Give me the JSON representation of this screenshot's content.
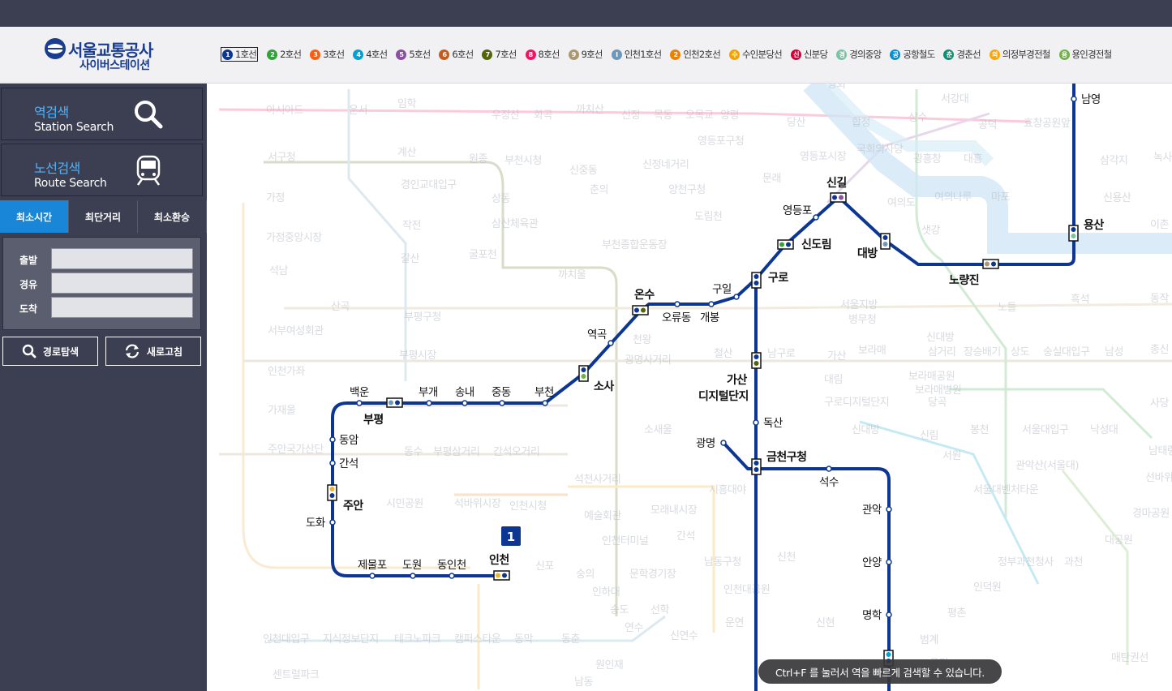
{
  "header": {
    "logo_title": "서울교통공사",
    "logo_subtitle": "사이버스테이션"
  },
  "lines": [
    {
      "badge": "1",
      "label": "1호선",
      "color": "#0d3692",
      "selected": true
    },
    {
      "badge": "2",
      "label": "2호선",
      "color": "#33a23d"
    },
    {
      "badge": "3",
      "label": "3호선",
      "color": "#fe5d10"
    },
    {
      "badge": "4",
      "label": "4호선",
      "color": "#00a2d1"
    },
    {
      "badge": "5",
      "label": "5호선",
      "color": "#8b50a4"
    },
    {
      "badge": "6",
      "label": "6호선",
      "color": "#c55c1d"
    },
    {
      "badge": "7",
      "label": "7호선",
      "color": "#54640d"
    },
    {
      "badge": "8",
      "label": "8호선",
      "color": "#f51361"
    },
    {
      "badge": "9",
      "label": "9호선",
      "color": "#aa9872"
    },
    {
      "badge": "I",
      "label": "인천1호선",
      "color": "#6e98bb"
    },
    {
      "badge": "2",
      "label": "인천2호선",
      "color": "#ed8000"
    },
    {
      "badge": "수",
      "label": "수인분당선",
      "color": "#f5a200"
    },
    {
      "badge": "신",
      "label": "신분당",
      "color": "#d4003b"
    },
    {
      "badge": "경",
      "label": "경의중앙",
      "color": "#77c4a3"
    },
    {
      "badge": "공",
      "label": "공항철도",
      "color": "#0090d2"
    },
    {
      "badge": "춘",
      "label": "경춘선",
      "color": "#0c8e72"
    },
    {
      "badge": "의",
      "label": "의정부경전철",
      "color": "#fda600"
    },
    {
      "badge": "용",
      "label": "용인경전철",
      "color": "#6fb245"
    }
  ],
  "sidebar": {
    "station_search": {
      "ko": "역검색",
      "en": "Station Search"
    },
    "route_search": {
      "ko": "노선검색",
      "en": "Route Search"
    },
    "tabs": [
      "최소시간",
      "최단거리",
      "최소환승"
    ],
    "form": {
      "departure": "출발",
      "via": "경유",
      "arrival": "도착"
    },
    "route_button": "경로탐색",
    "refresh_button": "새로고침"
  },
  "map": {
    "line_badge": "1",
    "stations": {
      "incheon": "인천",
      "dongincheon": "동인천",
      "dowon": "도원",
      "jemulpo": "제물포",
      "dohwa": "도화",
      "juan": "주안",
      "ganseok": "간석",
      "dongam": "동암",
      "baegun": "백운",
      "bupyeong": "부평",
      "bugae": "부개",
      "songnae": "송내",
      "jungdong": "중동",
      "bucheon": "부천",
      "sosa": "소사",
      "yeokgok": "역곡",
      "onsu": "온수",
      "oryudong": "오류동",
      "gaebong": "개봉",
      "guil": "구일",
      "guro": "구로",
      "sindorim": "신도림",
      "yeongdeungpo": "영등포",
      "singil": "신길",
      "daebang": "대방",
      "noryangjin": "노량진",
      "yongsan": "용산",
      "namyeong": "남영",
      "gasan1": "가산",
      "gasan2": "디지털단지",
      "doksan": "독산",
      "gwangmyeong": "광명",
      "geumcheon": "금천구청",
      "seoksu": "석수",
      "gwanak": "관악",
      "anyang": "안양",
      "myeonghak": "명학"
    }
  },
  "toast": "Ctrl+F 를 눌러서 역을 빠르게 검색할 수 있습니다."
}
